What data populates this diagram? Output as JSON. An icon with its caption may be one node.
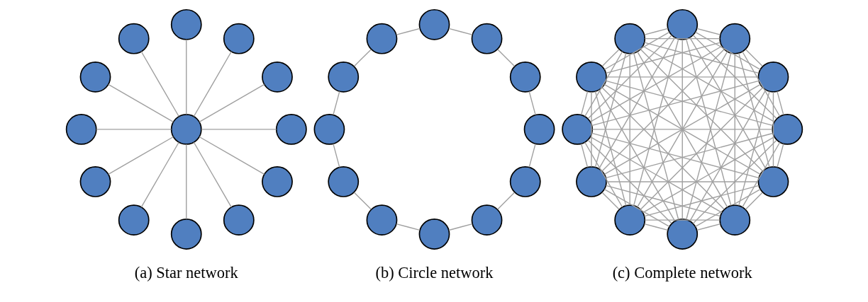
{
  "diagram": {
    "nodes": [
      {
        "text": [],
        "shape": "circle"
      },
      {
        "text": [],
        "shape": "circle"
      },
      {
        "text": [],
        "shape": "circle"
      },
      {
        "text": [],
        "shape": "circle"
      },
      {
        "text": [],
        "shape": "circle"
      },
      {
        "text": [],
        "shape": "circle"
      },
      {
        "text": [],
        "shape": "circle"
      },
      {
        "text": [],
        "shape": "circle"
      },
      {
        "text": [],
        "shape": "circle"
      },
      {
        "text": [],
        "shape": "circle"
      },
      {
        "text": [],
        "shape": "circle"
      },
      {
        "text": [],
        "shape": "circle"
      },
      {
        "text": [],
        "shape": "circle"
      },
      {
        "text": [],
        "shape": "circle"
      },
      {
        "text": [],
        "shape": "circle"
      },
      {
        "text": [],
        "shape": "circle"
      },
      {
        "text": [],
        "shape": "circle"
      },
      {
        "text": [],
        "shape": "circle"
      },
      {
        "text": [],
        "shape": "circle"
      },
      {
        "text": [],
        "shape": "circle"
      },
      {
        "text": [],
        "shape": "circle"
      },
      {
        "text": [],
        "shape": "circle"
      },
      {
        "text": [],
        "shape": "circle"
      },
      {
        "text": [],
        "shape": "circle"
      },
      {
        "text": [],
        "shape": "circle"
      },
      {
        "text": [],
        "shape": "circle"
      },
      {
        "text": [],
        "shape": "circle"
      },
      {
        "text": [],
        "shape": "circle"
      },
      {
        "text": [],
        "shape": "circle"
      },
      {
        "text": [],
        "shape": "circle"
      },
      {
        "text": [],
        "shape": "circle"
      },
      {
        "text": [],
        "shape": "circle"
      },
      {
        "text": [],
        "shape": "circle"
      },
      {
        "text": [],
        "shape": "circle"
      },
      {
        "text": [],
        "shape": "circle"
      },
      {
        "text": [],
        "shape": "circle"
      },
      {
        "text": [],
        "shape": "circle"
      }
    ],
    "edges": [
      {
        "from": 0,
        "to": 1,
        "arrow": "none"
      },
      {
        "from": 0,
        "to": 2,
        "arrow": "none"
      },
      {
        "from": 0,
        "to": 3,
        "arrow": "none"
      },
      {
        "from": 0,
        "to": 4,
        "arrow": "none"
      },
      {
        "from": 0,
        "to": 5,
        "arrow": "none"
      },
      {
        "from": 0,
        "to": 6,
        "arrow": "none"
      },
      {
        "from": 0,
        "to": 7,
        "arrow": "none"
      },
      {
        "from": 0,
        "to": 8,
        "arrow": "none"
      },
      {
        "from": 0,
        "to": 9,
        "arrow": "none"
      },
      {
        "from": 0,
        "to": 10,
        "arrow": "none"
      },
      {
        "from": 0,
        "to": 11,
        "arrow": "none"
      },
      {
        "from": 0,
        "to": 12,
        "arrow": "none"
      },
      {
        "from": 13,
        "to": 14,
        "arrow": "none"
      },
      {
        "from": 14,
        "to": 15,
        "arrow": "none"
      },
      {
        "from": 15,
        "to": 16,
        "arrow": "none"
      },
      {
        "from": 16,
        "to": 17,
        "arrow": "none"
      },
      {
        "from": 17,
        "to": 18,
        "arrow": "none"
      },
      {
        "from": 18,
        "to": 19,
        "arrow": "none"
      },
      {
        "from": 19,
        "to": 20,
        "arrow": "none"
      },
      {
        "from": 20,
        "to": 21,
        "arrow": "none"
      },
      {
        "from": 21,
        "to": 22,
        "arrow": "none"
      },
      {
        "from": 22,
        "to": 23,
        "arrow": "none"
      },
      {
        "from": 23,
        "to": 24,
        "arrow": "none"
      },
      {
        "from": 24,
        "to": 13,
        "arrow": "none"
      },
      {
        "from": 25,
        "to": 26,
        "arrow": "none"
      },
      {
        "from": 25,
        "to": 27,
        "arrow": "none"
      },
      {
        "from": 25,
        "to": 28,
        "arrow": "none"
      },
      {
        "from": 25,
        "to": 29,
        "arrow": "none"
      },
      {
        "from": 25,
        "to": 30,
        "arrow": "none"
      },
      {
        "from": 25,
        "to": 31,
        "arrow": "none"
      },
      {
        "from": 25,
        "to": 32,
        "arrow": "none"
      },
      {
        "from": 25,
        "to": 33,
        "arrow": "none"
      },
      {
        "from": 25,
        "to": 34,
        "arrow": "none"
      },
      {
        "from": 25,
        "to": 35,
        "arrow": "none"
      },
      {
        "from": 25,
        "to": 36,
        "arrow": "none"
      },
      {
        "from": 26,
        "to": 27,
        "arrow": "none"
      },
      {
        "from": 26,
        "to": 28,
        "arrow": "none"
      },
      {
        "from": 26,
        "to": 29,
        "arrow": "none"
      },
      {
        "from": 26,
        "to": 30,
        "arrow": "none"
      },
      {
        "from": 26,
        "to": 31,
        "arrow": "none"
      },
      {
        "from": 26,
        "to": 32,
        "arrow": "none"
      },
      {
        "from": 26,
        "to": 33,
        "arrow": "none"
      },
      {
        "from": 26,
        "to": 34,
        "arrow": "none"
      },
      {
        "from": 26,
        "to": 35,
        "arrow": "none"
      },
      {
        "from": 26,
        "to": 36,
        "arrow": "none"
      },
      {
        "from": 27,
        "to": 28,
        "arrow": "none"
      },
      {
        "from": 27,
        "to": 29,
        "arrow": "none"
      },
      {
        "from": 27,
        "to": 30,
        "arrow": "none"
      },
      {
        "from": 27,
        "to": 31,
        "arrow": "none"
      },
      {
        "from": 27,
        "to": 32,
        "arrow": "none"
      },
      {
        "from": 27,
        "to": 33,
        "arrow": "none"
      },
      {
        "from": 27,
        "to": 34,
        "arrow": "none"
      },
      {
        "from": 27,
        "to": 35,
        "arrow": "none"
      },
      {
        "from": 27,
        "to": 36,
        "arrow": "none"
      },
      {
        "from": 28,
        "to": 29,
        "arrow": "none"
      },
      {
        "from": 28,
        "to": 30,
        "arrow": "none"
      },
      {
        "from": 28,
        "to": 31,
        "arrow": "none"
      },
      {
        "from": 28,
        "to": 32,
        "arrow": "none"
      },
      {
        "from": 28,
        "to": 33,
        "arrow": "none"
      },
      {
        "from": 28,
        "to": 34,
        "arrow": "none"
      },
      {
        "from": 28,
        "to": 35,
        "arrow": "none"
      },
      {
        "from": 28,
        "to": 36,
        "arrow": "none"
      },
      {
        "from": 29,
        "to": 30,
        "arrow": "none"
      },
      {
        "from": 29,
        "to": 31,
        "arrow": "none"
      },
      {
        "from": 29,
        "to": 32,
        "arrow": "none"
      },
      {
        "from": 29,
        "to": 33,
        "arrow": "none"
      },
      {
        "from": 29,
        "to": 34,
        "arrow": "none"
      },
      {
        "from": 29,
        "to": 35,
        "arrow": "none"
      },
      {
        "from": 29,
        "to": 36,
        "arrow": "none"
      },
      {
        "from": 30,
        "to": 31,
        "arrow": "none"
      },
      {
        "from": 30,
        "to": 32,
        "arrow": "none"
      },
      {
        "from": 30,
        "to": 33,
        "arrow": "none"
      },
      {
        "from": 30,
        "to": 34,
        "arrow": "none"
      },
      {
        "from": 30,
        "to": 35,
        "arrow": "none"
      },
      {
        "from": 30,
        "to": 36,
        "arrow": "none"
      },
      {
        "from": 31,
        "to": 32,
        "arrow": "none"
      },
      {
        "from": 31,
        "to": 33,
        "arrow": "none"
      },
      {
        "from": 31,
        "to": 34,
        "arrow": "none"
      },
      {
        "from": 31,
        "to": 35,
        "arrow": "none"
      },
      {
        "from": 31,
        "to": 36,
        "arrow": "none"
      },
      {
        "from": 32,
        "to": 33,
        "arrow": "none"
      },
      {
        "from": 32,
        "to": 34,
        "arrow": "none"
      },
      {
        "from": 32,
        "to": 35,
        "arrow": "none"
      },
      {
        "from": 32,
        "to": 36,
        "arrow": "none"
      },
      {
        "from": 33,
        "to": 34,
        "arrow": "none"
      },
      {
        "from": 33,
        "to": 35,
        "arrow": "none"
      },
      {
        "from": 33,
        "to": 36,
        "arrow": "none"
      },
      {
        "from": 34,
        "to": 35,
        "arrow": "none"
      },
      {
        "from": 34,
        "to": 36,
        "arrow": "none"
      },
      {
        "from": 35,
        "to": 36,
        "arrow": "none"
      }
    ],
    "labels": [
      "(a) Star network",
      "(b) Circle network",
      "(c) Complete network"
    ]
  }
}
